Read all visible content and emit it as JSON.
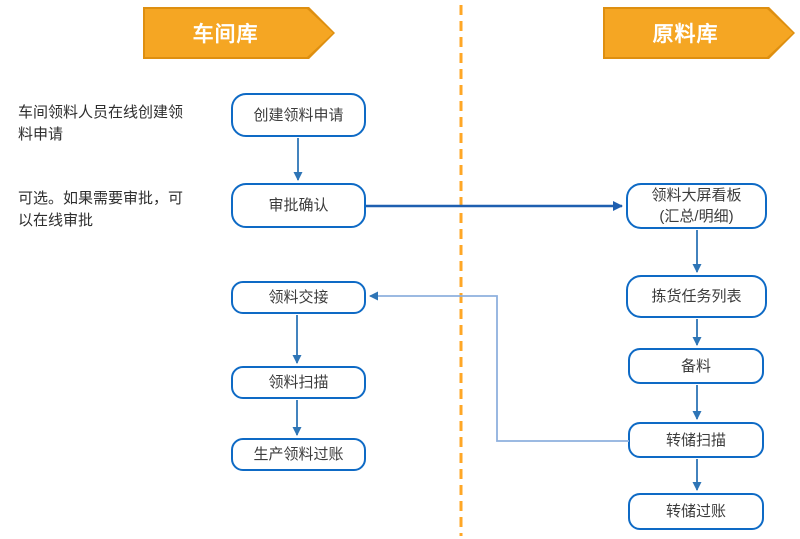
{
  "diagram": {
    "lanes": [
      {
        "label": "车间库"
      },
      {
        "label": "原料库"
      }
    ],
    "annotations": [
      "车间领料人员在线创建领料申请",
      "可选。如果需要审批，可以在线审批"
    ],
    "nodes": {
      "create_request": "创建领料申请",
      "approval_confirm": "审批确认",
      "material_handover": "领料交接",
      "material_scan": "领料扫描",
      "production_posting": "生产领料过账",
      "dashboard": "领料大屏看板\n(汇总/明细)",
      "picking_task_list": "拣货任务列表",
      "material_prepare": "备料",
      "transfer_scan": "转储扫描",
      "transfer_posting": "转储过账"
    },
    "colors": {
      "banner_fill": "#F5A623",
      "banner_border": "#DE8F10",
      "node_border": "#0E6AC5",
      "node_text": "#3C3C3C",
      "flow_arrow": "#2E75B6",
      "cross_arrow": "#1E5FB0",
      "feedback_line": "#8FB0DE",
      "divider": "#FFA726",
      "annotation_text": "#2E2E2E"
    }
  }
}
